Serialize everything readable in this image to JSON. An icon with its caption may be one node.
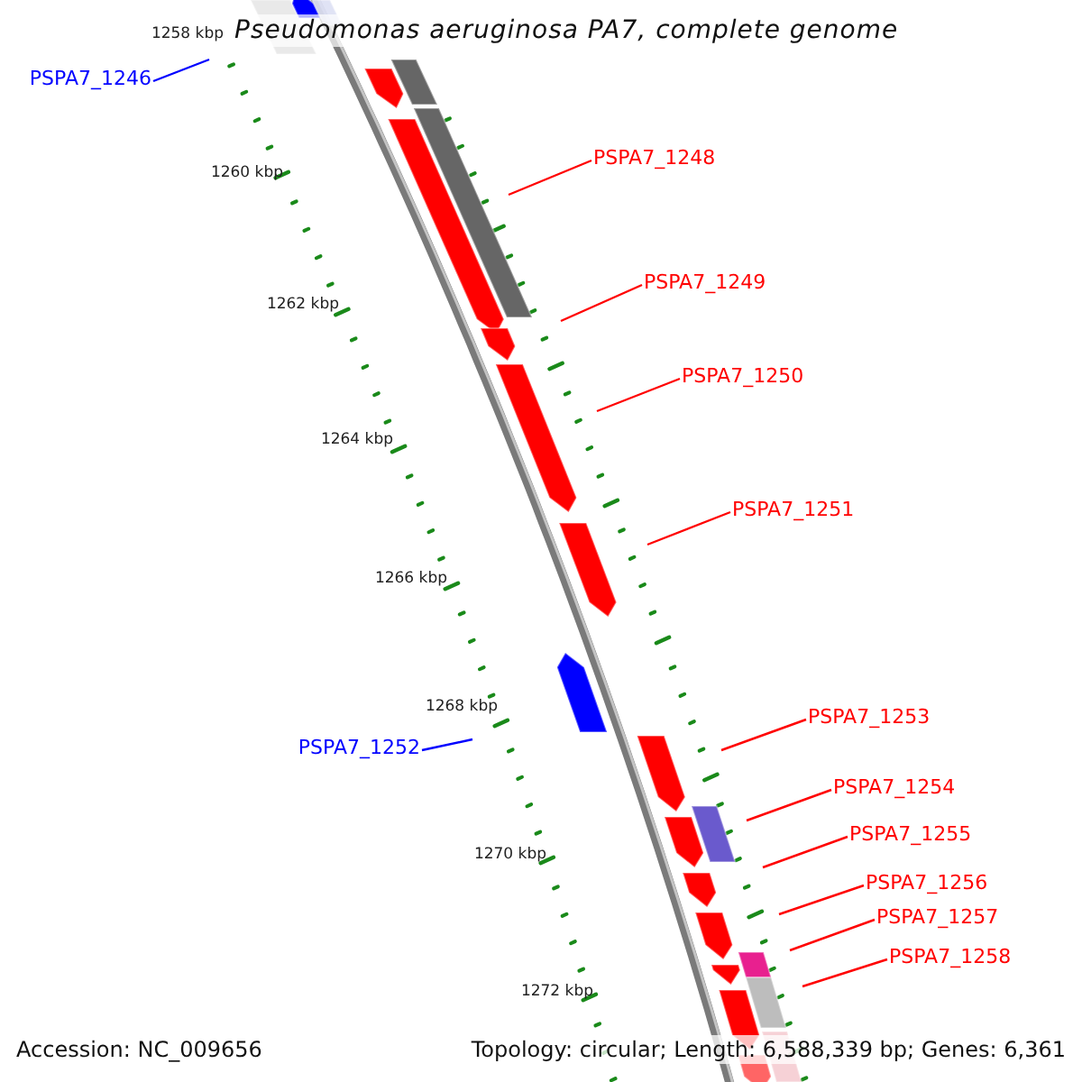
{
  "diagram": {
    "title": "Pseudomonas aeruginosa PA7, complete genome",
    "nodes": [
      {
        "text": [
          "PSPA7_1246"
        ]
      },
      {
        "text": [
          "PSPA7_1248"
        ]
      },
      {
        "text": [
          "PSPA7_1249"
        ]
      },
      {
        "text": [
          "PSPA7_1250"
        ]
      },
      {
        "text": [
          "PSPA7_1251"
        ]
      },
      {
        "text": [
          "PSPA7_1252"
        ]
      },
      {
        "text": [
          "PSPA7_1253"
        ]
      },
      {
        "text": [
          "PSPA7_1254"
        ]
      },
      {
        "text": [
          "PSPA7_1255"
        ]
      },
      {
        "text": [
          "PSPA7_1256"
        ]
      },
      {
        "text": [
          "PSPA7_1257"
        ]
      },
      {
        "text": [
          "PSPA7_1258"
        ]
      }
    ],
    "edges": [
      {
        "from": 0,
        "to": null,
        "arrow": "none",
        "color": "#0000ff"
      },
      {
        "from": 1,
        "to": null,
        "arrow": "none"
      },
      {
        "from": 2,
        "to": null,
        "arrow": "none"
      },
      {
        "from": 3,
        "to": null,
        "arrow": "none"
      },
      {
        "from": 4,
        "to": null,
        "arrow": "none"
      },
      {
        "from": 5,
        "to": null,
        "arrow": "none",
        "color": "#0000ff"
      },
      {
        "from": 6,
        "to": null,
        "arrow": "none"
      },
      {
        "from": 7,
        "to": null,
        "arrow": "none"
      },
      {
        "from": 8,
        "to": null,
        "arrow": "none"
      },
      {
        "from": 9,
        "to": null,
        "arrow": "none"
      },
      {
        "from": 10,
        "to": null,
        "arrow": "none"
      },
      {
        "from": 11,
        "to": null,
        "arrow": "none"
      }
    ],
    "labels": [
      "1258 kbp",
      "1260 kbp",
      "1262 kbp",
      "1264 kbp",
      "1266 kbp",
      "1268 kbp",
      "1270 kbp",
      "1272 kbp",
      "Accession: NC_009656",
      "Topology: circular; Length: 6,588,339 bp; Genes: 6,361"
    ]
  }
}
